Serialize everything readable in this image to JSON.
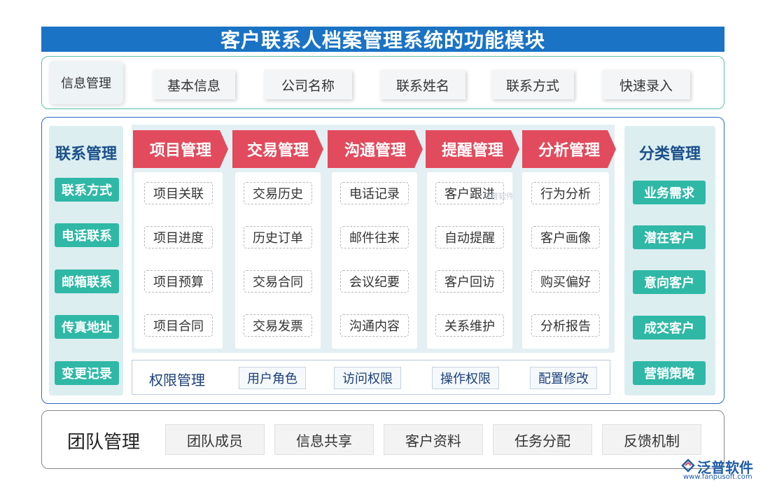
{
  "title": "客户联系人档案管理系统的功能模块",
  "info": {
    "label": "信息管理",
    "items": [
      "基本信息",
      "公司名称",
      "联系姓名",
      "联系方式",
      "快速录入"
    ]
  },
  "left": {
    "title": "联系管理",
    "items": [
      "联系方式",
      "电话联系",
      "邮箱联系",
      "传真地址",
      "变更记录"
    ]
  },
  "right": {
    "title": "分类管理",
    "items": [
      "业务需求",
      "潜在客户",
      "意向客户",
      "成交客户",
      "营销策略"
    ]
  },
  "modules": [
    {
      "title": "项目管理",
      "items": [
        "项目关联",
        "项目进度",
        "项目预算",
        "项目合同"
      ]
    },
    {
      "title": "交易管理",
      "items": [
        "交易历史",
        "历史订单",
        "交易合同",
        "交易发票"
      ]
    },
    {
      "title": "沟通管理",
      "items": [
        "电话记录",
        "邮件往来",
        "会议纪要",
        "沟通内容"
      ]
    },
    {
      "title": "提醒管理",
      "items": [
        "客户跟进",
        "自动提醒",
        "客户回访",
        "关系维护"
      ]
    },
    {
      "title": "分析管理",
      "items": [
        "行为分析",
        "客户画像",
        "购买偏好",
        "分析报告"
      ]
    }
  ],
  "permission": {
    "label": "权限管理",
    "items": [
      "用户角色",
      "访问权限",
      "操作权限",
      "配置修改"
    ]
  },
  "team": {
    "label": "团队管理",
    "items": [
      "团队成员",
      "信息共享",
      "客户资料",
      "任务分配",
      "反馈机制"
    ]
  },
  "logo": {
    "name": "泛普软件",
    "url": "www.fanpusoft.com",
    "watermark": "泛普软件"
  },
  "colors": {
    "title_bg": "#1a73c4",
    "arrow": "#e24b5d",
    "teal_button": "#2fb8a6",
    "panel_border": "#2d68c8"
  }
}
